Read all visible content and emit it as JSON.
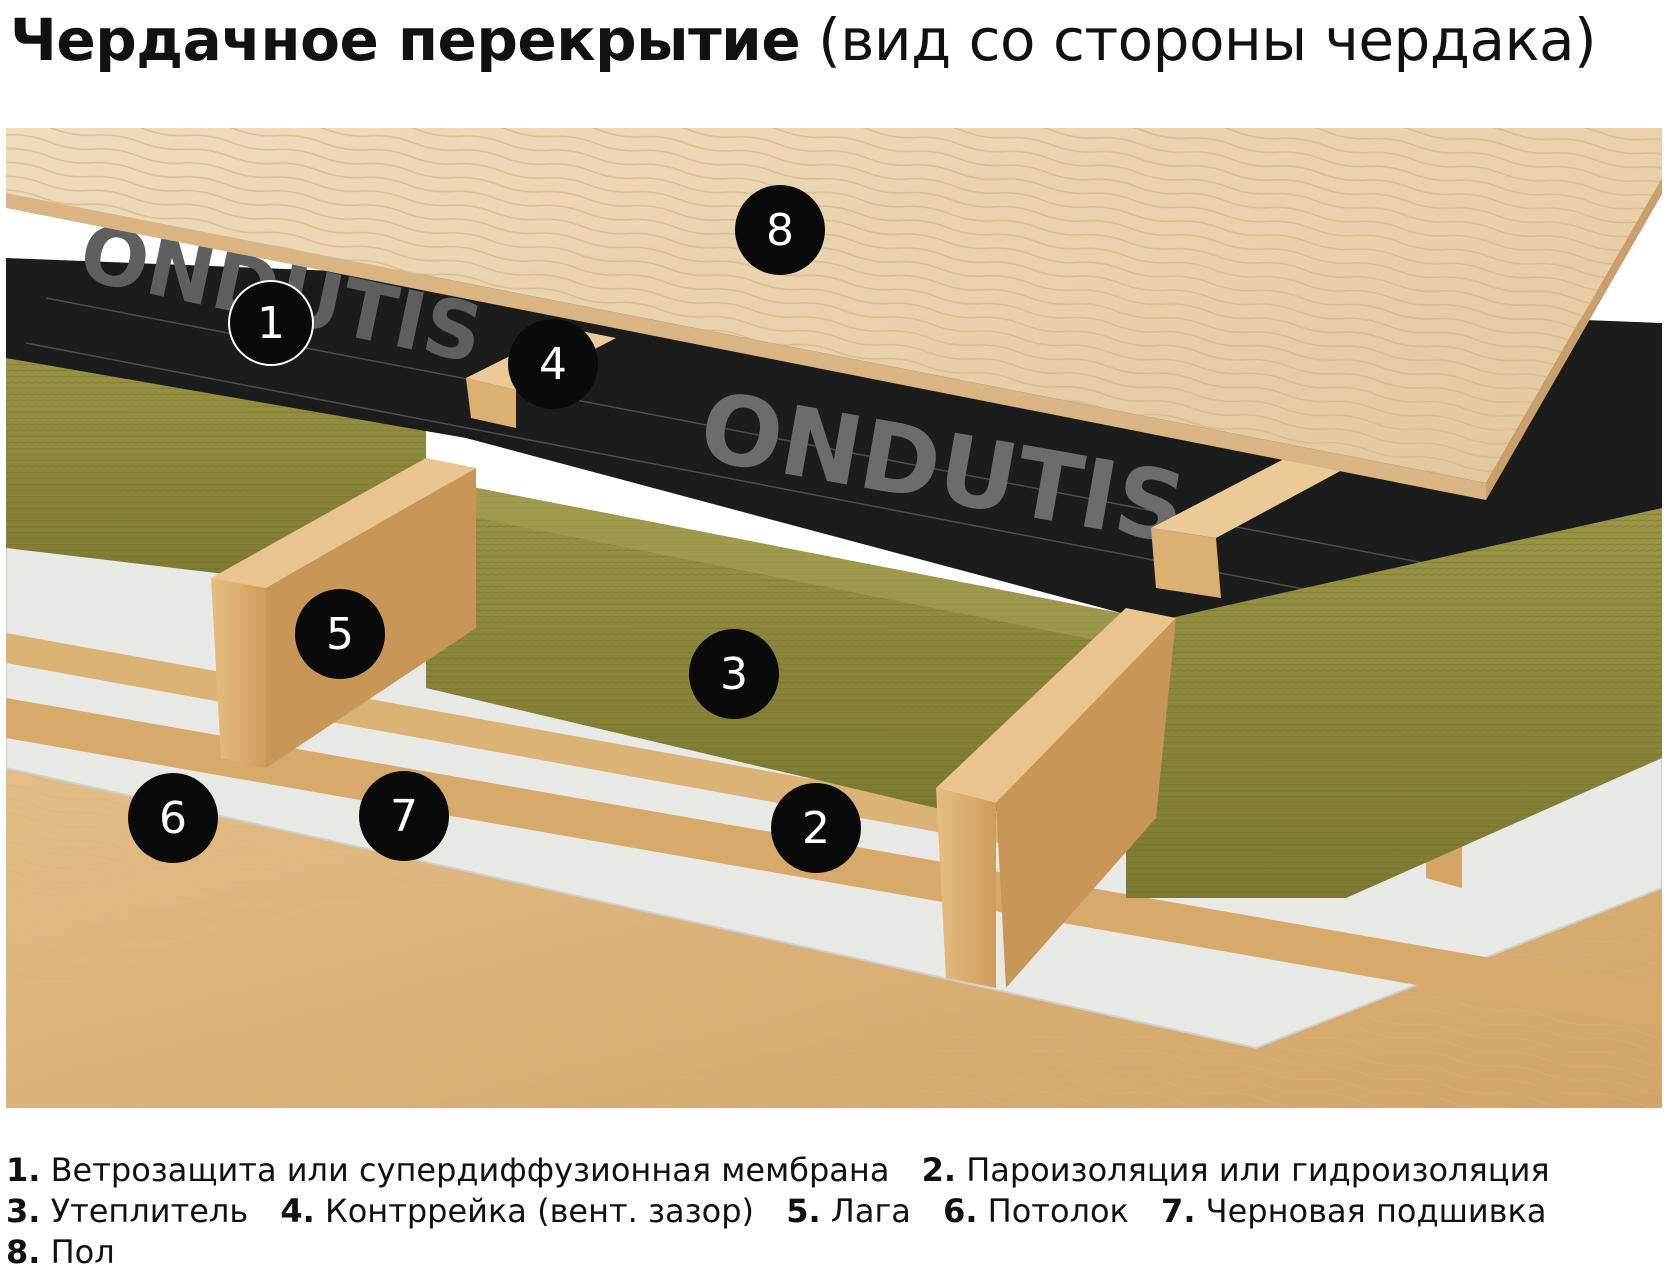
{
  "title": {
    "bold": "Чердачное перекрытие",
    "light": "(вид со стороны чердака)"
  },
  "diagram": {
    "membrane_brand": "ONDUTIS",
    "markers": [
      "1",
      "2",
      "3",
      "4",
      "5",
      "6",
      "7",
      "8"
    ]
  },
  "legend": {
    "rows": [
      [
        {
          "num": "1.",
          "text": "Ветрозащита или супердиффузионная мембрана"
        },
        {
          "num": "2.",
          "text": "Пароизоляция или гидроизоляция"
        }
      ],
      [
        {
          "num": "3.",
          "text": "Утеплитель"
        },
        {
          "num": "4.",
          "text": "Контррейка (вент. зазор)"
        },
        {
          "num": "5.",
          "text": "Лага"
        },
        {
          "num": "6.",
          "text": "Потолок"
        },
        {
          "num": "7.",
          "text": "Черновая подшивка"
        }
      ],
      [
        {
          "num": "8.",
          "text": "Пол"
        }
      ]
    ]
  },
  "colors": {
    "wood_light": "#e8d2ad",
    "wood_mid": "#d9b27a",
    "wood_dark": "#c4904f",
    "insulation": "#8c8a3c",
    "insulation_dark": "#6f6c2c",
    "membrane": "#1e1e1e",
    "vapor": "#e9e9e7",
    "marker": "#0a0a0a"
  }
}
